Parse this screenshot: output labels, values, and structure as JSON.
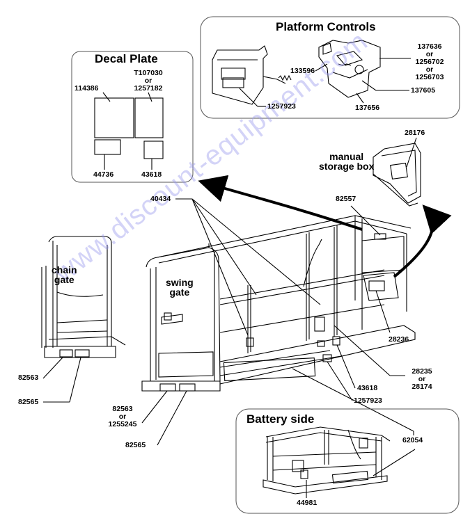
{
  "panels": {
    "decal_plate": {
      "title": "Decal Plate"
    },
    "platform_controls": {
      "title": "Platform Controls"
    },
    "battery_side": {
      "title": "Battery side"
    }
  },
  "callouts": {
    "chain_gate": {
      "line1": "chain",
      "line2": "gate"
    },
    "swing_gate": {
      "line1": "swing",
      "line2": "gate"
    },
    "manual_storage_box": {
      "line1": "manual",
      "line2": "storage box"
    }
  },
  "parts": {
    "p114386": "114386",
    "p_t107030": {
      "line1": "T107030",
      "line2": "or",
      "line3": "1257182"
    },
    "p44736": "44736",
    "p43618_plate": "43618",
    "p137636": {
      "line1": "137636",
      "line2": "or",
      "line3": "1256702",
      "line4": "or",
      "line5": "1256703"
    },
    "p133596": "133596",
    "p137605": "137605",
    "p137656": "137656",
    "p1257923_top": "1257923",
    "p28176": "28176",
    "p40434": "40434",
    "p82557": "82557",
    "p28236": "28236",
    "p28235": {
      "line1": "28235",
      "line2": "or",
      "line3": "28174"
    },
    "p43618": "43618",
    "p1257923": "1257923",
    "p62054": "62054",
    "p44981": "44981",
    "p82563_left": "82563",
    "p82565_left": "82565",
    "p82563_main": {
      "line1": "82563",
      "line2": "or",
      "line3": "1255245"
    },
    "p82565_main": "82565"
  },
  "watermark": "www.discount-equipment.com",
  "colors": {
    "line": "#000000",
    "watermark": "#9696eb",
    "panel_border": "#555555"
  }
}
